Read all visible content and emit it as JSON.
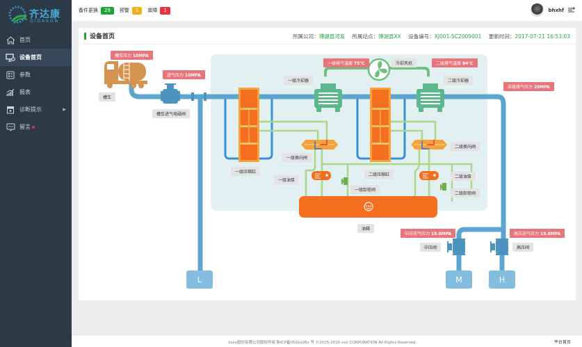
{
  "app": {
    "brand": "齐达康",
    "brand_sub": "QIDAKON"
  },
  "sidebar": {
    "items": [
      {
        "label": "首页",
        "icon": "home-icon"
      },
      {
        "label": "设备首页",
        "icon": "monitor-gear-icon",
        "active": true
      },
      {
        "label": "参数",
        "icon": "list-icon"
      },
      {
        "label": "报表",
        "icon": "chart-icon"
      },
      {
        "label": "诊断提示",
        "icon": "diagnosis-icon",
        "has_submenu": true
      },
      {
        "label": "留言",
        "icon": "message-icon",
        "has_notification": true
      }
    ]
  },
  "topbar": {
    "badges": [
      {
        "label": "备件更换",
        "count": "29",
        "color": "#21a336"
      },
      {
        "label": "预警",
        "count": "1",
        "color": "#f0b018"
      },
      {
        "label": "故障",
        "count": "1",
        "color": "#e8343a"
      }
    ],
    "user": {
      "name": "bhxhf"
    }
  },
  "page": {
    "title": "设备首页",
    "meta": {
      "company_label": "所属公司：",
      "company": "博湖县鸿发",
      "station_label": "所属站点：",
      "station": "博湖县XX",
      "device_label": "设备编号：",
      "device": "XJ001-SC2009001",
      "update_label": "更新时间：",
      "update": "2017-07-21 16:53:03"
    }
  },
  "diagram": {
    "alarms": {
      "tanker_pressure": {
        "label": "槽车压力",
        "value": "10MPA"
      },
      "inlet_pressure": {
        "label": "进气压力",
        "value": "10MPA"
      },
      "stage1_exhaust_temp": {
        "label": "一级排气温度",
        "value": "75℃"
      },
      "stage2_exhaust_temp": {
        "label": "二级排气温度",
        "value": "84℃"
      },
      "final_exhaust_pressure": {
        "label": "末级排气压力",
        "value": "20MPA"
      },
      "mid_fill_pressure": {
        "label": "中压充气压力",
        "value": "19.8MPA"
      },
      "high_fill_pressure": {
        "label": "高压充气压力",
        "value": "19.8MPA"
      }
    },
    "labels": {
      "tanker": "槽车",
      "tanker_inlet_valve": "槽车进气电磁阀",
      "cooling_fan": "冷却风机",
      "stage1_cooler": "一级冷却器",
      "stage2_cooler": "二级冷却器",
      "stage1_cylinder": "一级压缩缸",
      "stage2_cylinder": "二级压缩缸",
      "stage1_reversing_valve": "一级换向阀",
      "stage2_reversing_valve": "二级换向阀",
      "stage1_oil_pump": "一级油泵",
      "stage2_oil_pump": "二级油泵",
      "stage1_unload_valve": "一级卸荷阀",
      "stage2_unload_valve": "二级卸荷阀",
      "oil_tank": "油箱",
      "mid_valve": "中压阀",
      "high_valve": "高压阀"
    },
    "tanks": {
      "low": "L",
      "mid": "M",
      "high": "H"
    }
  },
  "footer": {
    "copyright": "xxxx股份有限公司版权所有 新ICP备050xx26x 号 ©2015-2016 xxx CORPORATION All Rights Reserved.",
    "home_link": "平台首页"
  }
}
